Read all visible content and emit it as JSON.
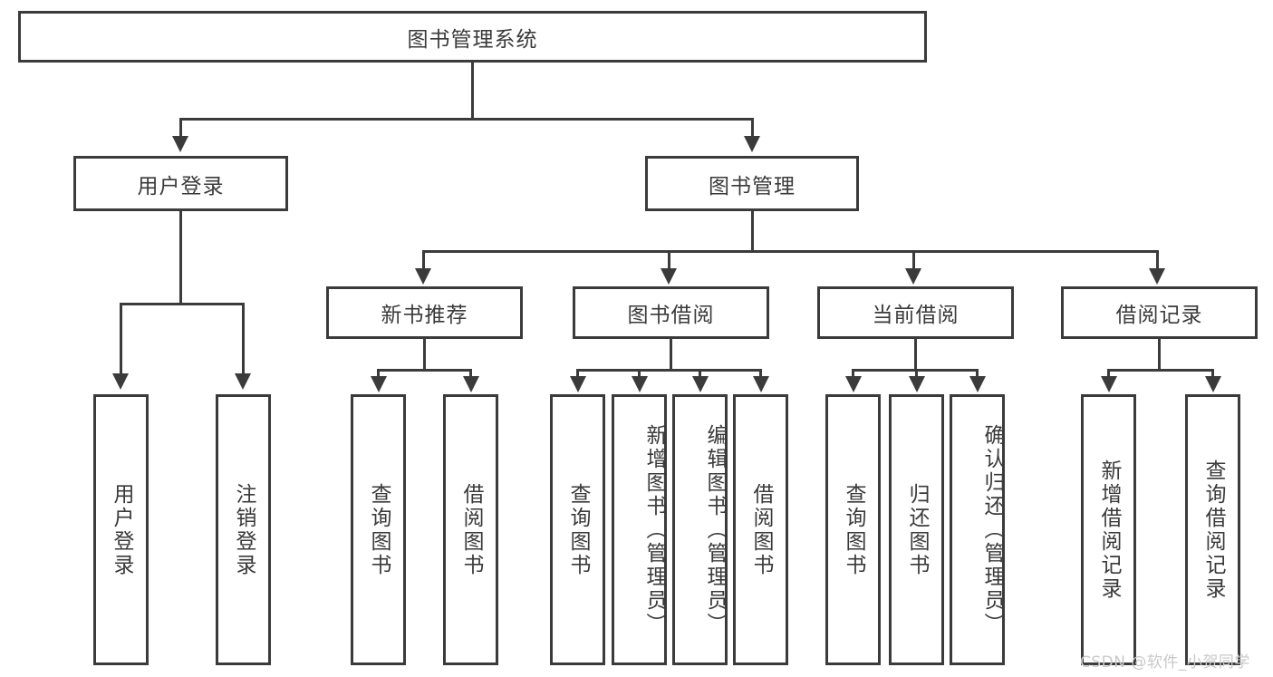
{
  "diagram": {
    "title": "图书管理系统",
    "type": "tree-hierarchy-diagram",
    "colors": {
      "background": "#ffffff",
      "border": "#3b3b3b",
      "text": "#3a3a3a",
      "watermark": "#c9c9c9"
    },
    "root": {
      "label": "图书管理系统"
    },
    "level2": [
      {
        "label": "用户登录"
      },
      {
        "label": "图书管理"
      }
    ],
    "level3": [
      {
        "label": "新书推荐"
      },
      {
        "label": "图书借阅"
      },
      {
        "label": "当前借阅"
      },
      {
        "label": "借阅记录"
      }
    ],
    "leaves": {
      "user_login": [
        {
          "label": "用户登录"
        },
        {
          "label": "注销登录"
        }
      ],
      "new_book_recommend": [
        {
          "label": "查询图书"
        },
        {
          "label": "借阅图书"
        }
      ],
      "book_borrow": [
        {
          "label": "查询图书"
        },
        {
          "label": "新增图书（管理员）"
        },
        {
          "label": "编辑图书（管理员）"
        },
        {
          "label": "借阅图书"
        }
      ],
      "current_borrow": [
        {
          "label": "查询图书"
        },
        {
          "label": "归还图书"
        },
        {
          "label": "确认归还（管理员）"
        }
      ],
      "borrow_record": [
        {
          "label": "新增借阅记录"
        },
        {
          "label": "查询借阅记录"
        }
      ]
    }
  },
  "watermark": {
    "text": "CSDN @软件_小贺同学"
  }
}
